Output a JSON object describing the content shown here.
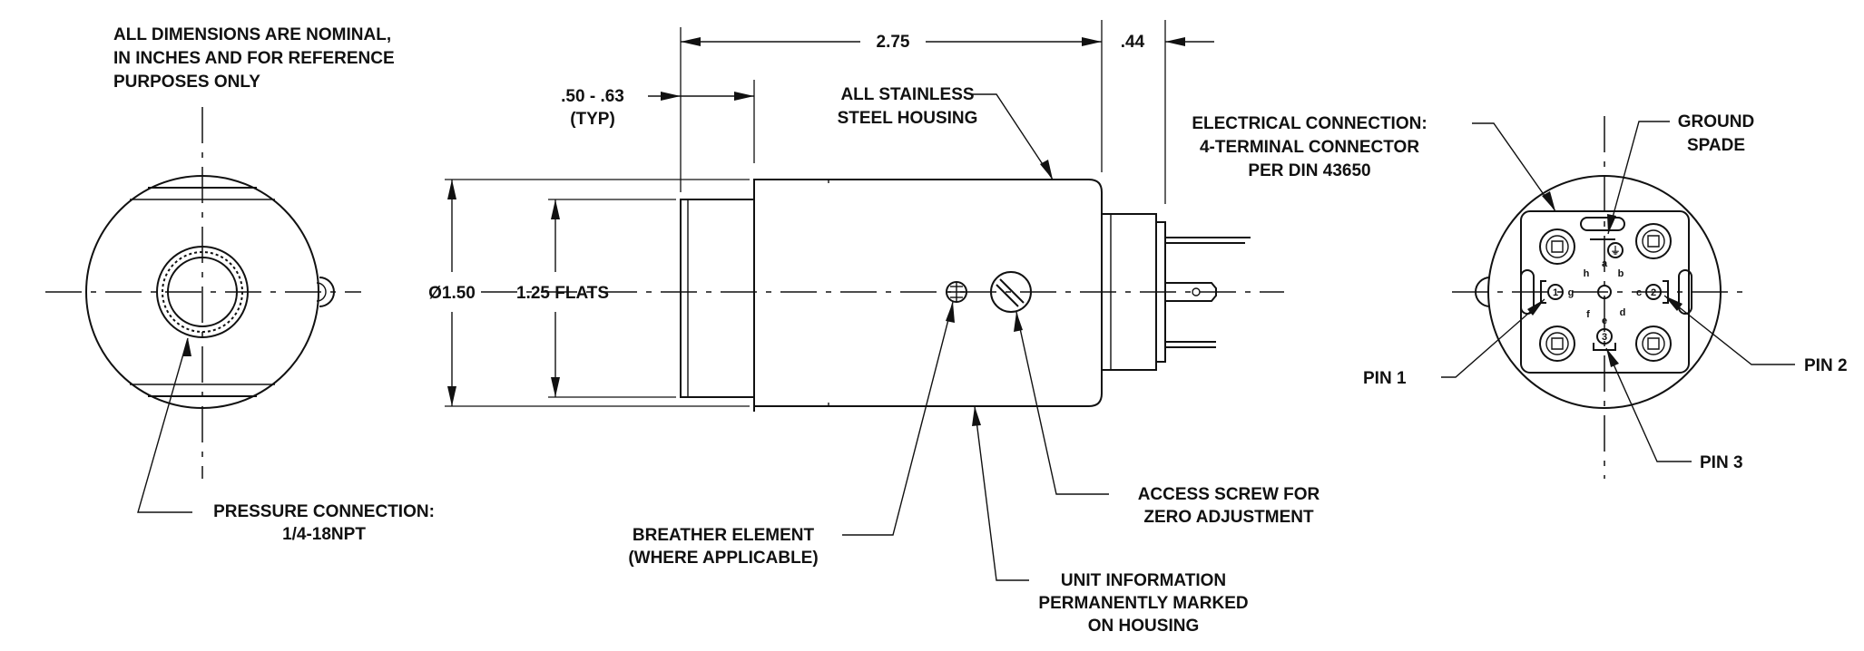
{
  "notes": {
    "general": [
      "ALL DIMENSIONS ARE NOMINAL,",
      "IN INCHES AND FOR REFERENCE",
      "PURPOSES ONLY"
    ]
  },
  "dimensions": {
    "length": "2.75",
    "connector_length": ".44",
    "step_length": [
      ".50 - .63",
      "(TYP)"
    ],
    "diameter": "Ø1.50",
    "flats": "1.25 FLATS"
  },
  "callouts": {
    "housing": [
      "ALL STAINLESS",
      "STEEL HOUSING"
    ],
    "electrical": [
      "ELECTRICAL CONNECTION:",
      "4-TERMINAL CONNECTOR",
      "PER DIN 43650"
    ],
    "ground": [
      "GROUND",
      "SPADE"
    ],
    "pressure": [
      "PRESSURE CONNECTION:",
      "1/4-18NPT"
    ],
    "breather": [
      "BREATHER ELEMENT",
      "(WHERE APPLICABLE)"
    ],
    "access": [
      "ACCESS SCREW FOR",
      "ZERO ADJUSTMENT"
    ],
    "unit_info": [
      "UNIT INFORMATION",
      "PERMANENTLY MARKED",
      "ON HOUSING"
    ],
    "pin1": "PIN 1",
    "pin2": "PIN 2",
    "pin3": "PIN 3"
  },
  "connector_letters": {
    "a": "a",
    "b": "b",
    "c": "c",
    "d": "d",
    "e": "e",
    "f": "f",
    "g": "g",
    "h": "h",
    "p1": "1",
    "p2": "2",
    "p3": "3"
  }
}
